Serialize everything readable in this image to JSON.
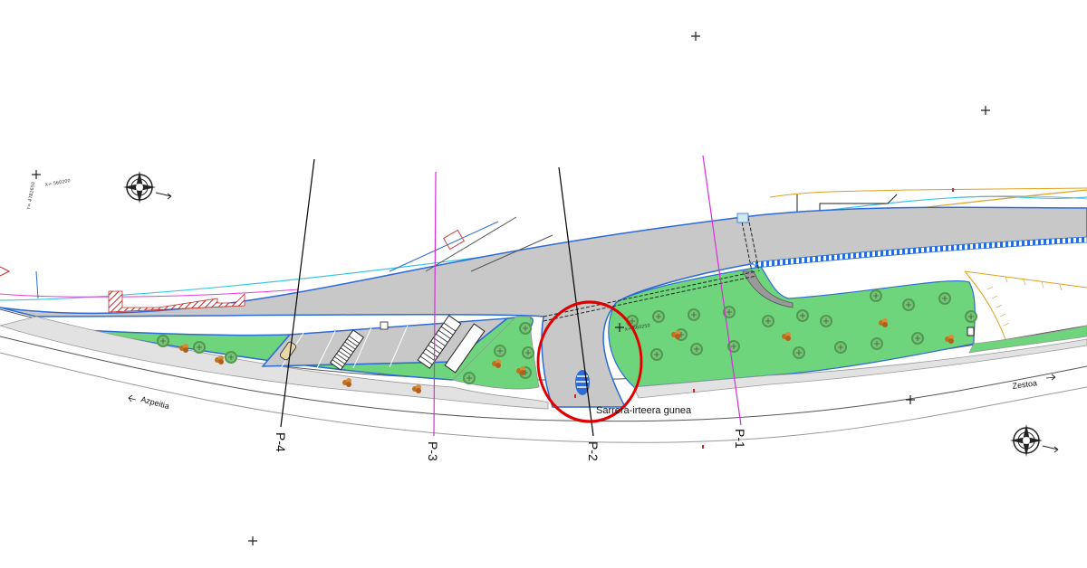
{
  "profiles": [
    {
      "label": "P-4",
      "color": "#000000"
    },
    {
      "label": "P-3",
      "color": "#d62fd6"
    },
    {
      "label": "P-2",
      "color": "#000000"
    },
    {
      "label": "P-1",
      "color": "#d62fd6"
    }
  ],
  "directions": {
    "left": "Azpeitia",
    "right": "Zestoa"
  },
  "callout": {
    "label": "Sarrera-irteera gunea",
    "color": "#e00000"
  },
  "coordinates": {
    "x_mark_left": "X= 560200",
    "y_mark_left": "Y= 4782650",
    "x_mark_right": "X= 560250"
  },
  "colors": {
    "grass": "#6ed57c",
    "asphalt": "#c8c8c8",
    "curb": "#2d6bd6",
    "sidewalk": "#e2e2e2",
    "trees": "#4f9a4f",
    "shrubs": "#c0701e",
    "hatch": "#c22a2a",
    "road_edge_orange": "#e0a020",
    "road_edge_cyan": "#3cc8e6"
  },
  "icons": [
    "north-arrow-icon",
    "grid-cross-icon",
    "tree-icon",
    "bus-shelter-icon",
    "parked-truck-icon",
    "parked-car-icon"
  ]
}
